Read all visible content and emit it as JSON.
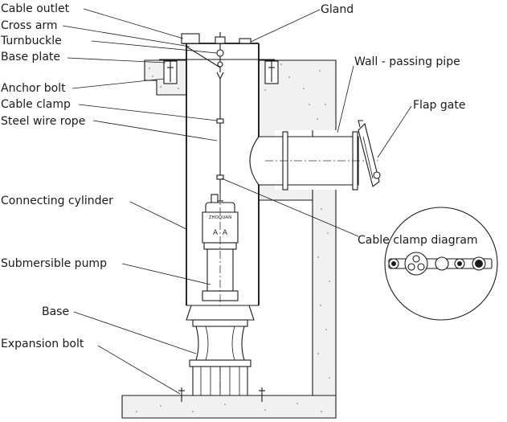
{
  "labels": {
    "cable_outlet": "Cable outlet",
    "cross_arm": "Cross arm",
    "turnbuckle": "Turnbuckle",
    "base_plate": "Base plate",
    "anchor_bolt": "Anchor bolt",
    "cable_clamp": "Cable clamp",
    "steel_wire_rope": "Steel wire rope",
    "connecting_cylinder": "Connecting cylinder",
    "submersible_pump": "Submersible pump",
    "base": "Base",
    "expansion_bolt": "Expansion bolt",
    "gland": "Gland",
    "wall_passing_pipe": "Wall - passing pipe",
    "flap_gate": "Flap gate",
    "cable_clamp_diagram": "Cable clamp diagram"
  },
  "pump_plate_text": "A  A",
  "pump_brand_text": "ZHOQUAN",
  "colors": {
    "line": "#1a1a1a",
    "concrete": "#f1f1f1",
    "background": "#ffffff"
  }
}
